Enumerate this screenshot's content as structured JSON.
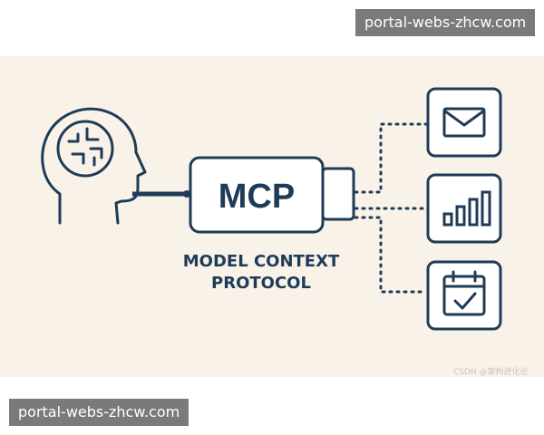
{
  "watermarks": {
    "top": "portal-webs-zhcw.com",
    "bottom": "portal-webs-zhcw.com"
  },
  "diagram": {
    "connector_label": "MCP",
    "caption_line1": "MODEL CONTEXT",
    "caption_line2": "PROTOCOL",
    "credit": "CSDN @架构进化论"
  },
  "icons": [
    "brain-head-icon",
    "mail-icon",
    "bar-chart-icon",
    "calendar-icon"
  ],
  "colors": {
    "stroke": "#1f3b57",
    "panel_bg": "#f8f2e8",
    "box_fill": "#ffffff"
  }
}
